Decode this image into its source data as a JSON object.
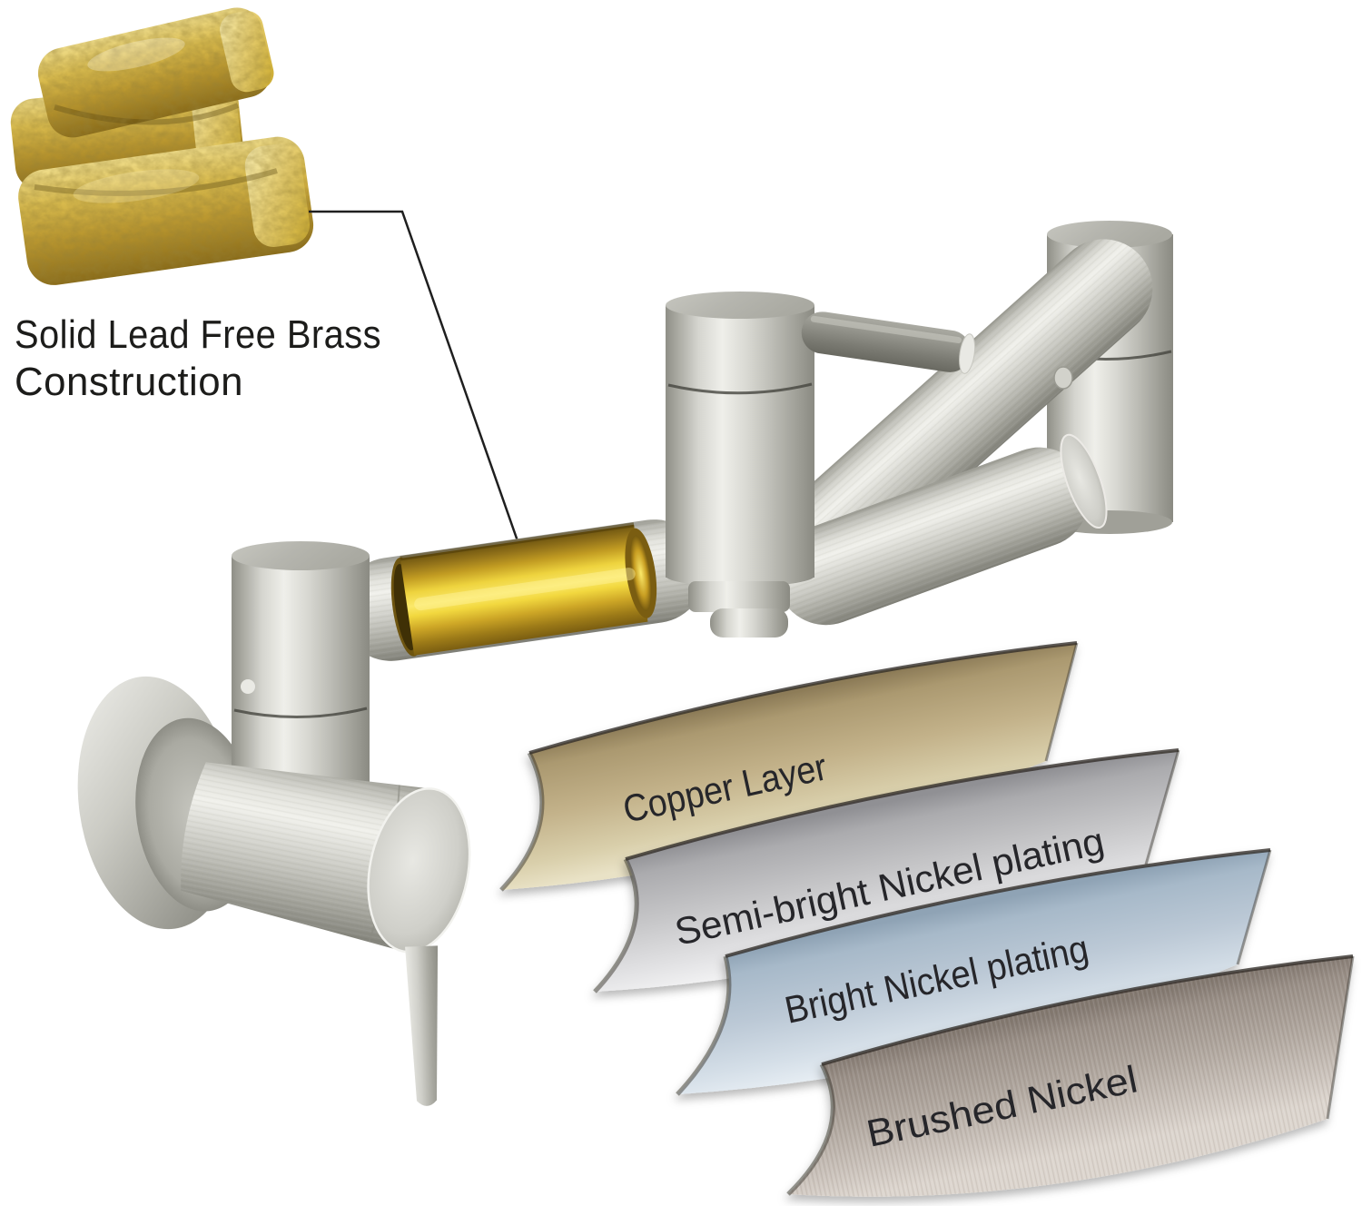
{
  "callout": {
    "line1": "Solid Lead Free Brass",
    "line2": "Construction",
    "color": "#1c1c1a"
  },
  "ingots": {
    "icon": "brass-ingots",
    "gold_light": "#f2e49a",
    "gold_mid": "#c9a82c",
    "gold_dark": "#7c6014"
  },
  "faucet": {
    "nickel_highlight": "#f1f1ec",
    "nickel_mid": "#c9c9c3",
    "nickel_shadow": "#7f7f77",
    "brass_core_bright": "#fbe96a",
    "brass_core_dark": "#6e5510"
  },
  "layers": [
    {
      "label": "Copper Layer",
      "tone_top": "#ab9970",
      "tone_bottom": "#e9e2c6"
    },
    {
      "label": "Semi-bright Nickel plating",
      "tone_top": "#ababae",
      "tone_bottom": "#f2f2f3"
    },
    {
      "label": "Bright Nickel plating",
      "tone_top": "#a7b9c9",
      "tone_bottom": "#e6edf3"
    },
    {
      "label": "Brushed Nickel",
      "tone_top": "#9a9088",
      "tone_bottom": "#ddd6cf"
    }
  ]
}
